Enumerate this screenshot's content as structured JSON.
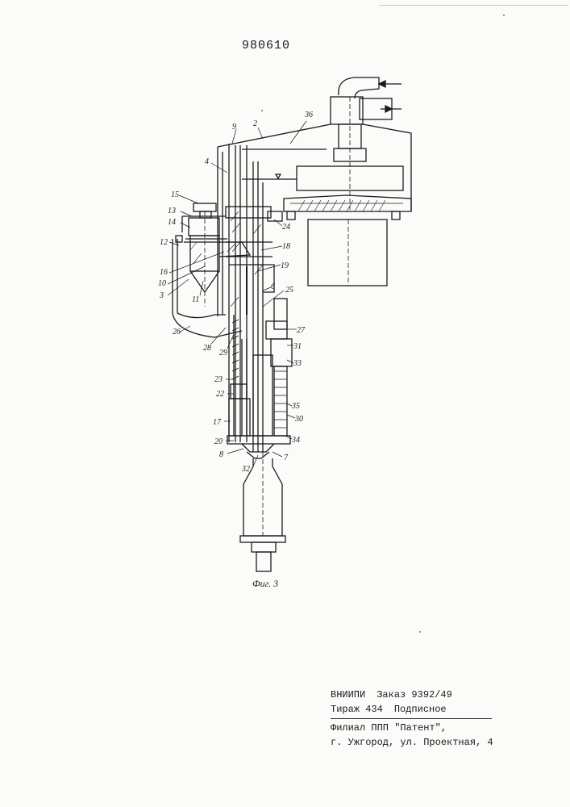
{
  "document": {
    "patent_number": "980610",
    "figure_caption": "Фиг. 3",
    "part_labels": [
      "36",
      "9",
      "2",
      "4",
      "15",
      "13",
      "14",
      "12",
      "16",
      "10",
      "3",
      "11",
      "26",
      "28",
      "29",
      "24",
      "18",
      "19",
      "6",
      "25",
      "27",
      "31",
      "33",
      "35",
      "30",
      "34",
      "23",
      "22",
      "17",
      "20",
      "8",
      "32",
      "7"
    ],
    "imprint": {
      "publisher": "ВНИИПИ",
      "order": "Заказ 9392/49",
      "print_run": "Тираж 434",
      "subscription": "Подписное",
      "branch": "Филиал ППП \"Патент\",",
      "address": "г. Ужгород, ул. Проектная, 4"
    }
  }
}
